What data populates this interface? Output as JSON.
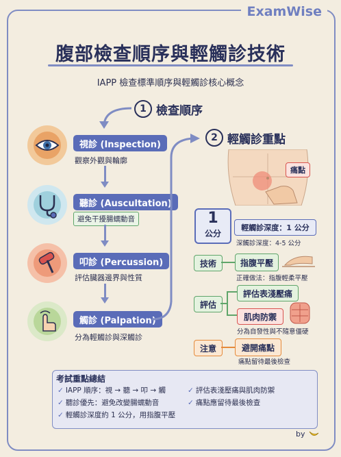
{
  "brand": "ExamWise",
  "title": "腹部檢查順序與輕觸診技術",
  "subtitle": "IAPP 檢查標準順序與輕觸診核心概念",
  "section1": {
    "num": "1",
    "title": "檢查順序"
  },
  "section2": {
    "num": "2",
    "title": "輕觸診重點"
  },
  "steps": [
    {
      "label": "視診 (Inspection)",
      "desc": "觀察外觀與輪廓",
      "icon": "eye-icon"
    },
    {
      "label": "聽診 (Auscultation)",
      "desc": "避免干擾腸蠕動音",
      "icon": "stethoscope-icon"
    },
    {
      "label": "叩診 (Percussion)",
      "desc": "評估臟器邊界與性質",
      "icon": "reflex-hammer-icon"
    },
    {
      "label": "觸診 (Palpation)",
      "desc": "分為輕觸診與深觸診",
      "icon": "hand-touch-icon"
    }
  ],
  "pain_label": "痛點",
  "depth": {
    "big": "1",
    "unit": "公分",
    "tag": "輕觸診深度：1 公分",
    "note": "深觸診深度：4-5 公分"
  },
  "technique": {
    "label": "技術",
    "tag": "指腹平壓",
    "note": "正確做法：指腹輕柔平壓"
  },
  "assess": {
    "label": "評估",
    "tag1": "評估表淺壓痛",
    "tag2": "肌肉防禦",
    "note": "分為自發性與不隨意僵硬"
  },
  "caution": {
    "label": "注意",
    "tag": "避開痛點",
    "note": "痛點留待最後檢查"
  },
  "summary": {
    "title": "考試重點總結",
    "items_left": [
      "IAPP 順序：視 → 聽 → 叩 → 觸",
      "聽診優先：避免改變腸蠕動音",
      "輕觸診深度約 1 公分，用指腹平壓"
    ],
    "items_right": [
      "評估表淺壓痛與肌肉防禦",
      "痛點應留待最後檢查"
    ]
  },
  "byline": "by",
  "colors": {
    "accent": "#5a6cb8",
    "frame": "#7f8cc3",
    "green": "#5fa56a",
    "red": "#d9534f",
    "orange": "#e58a3b"
  }
}
